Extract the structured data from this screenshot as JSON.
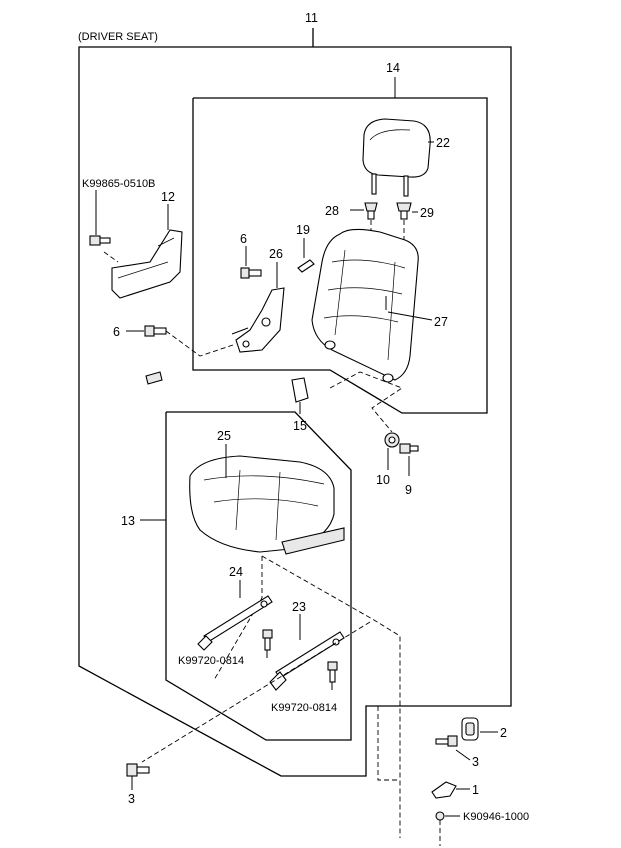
{
  "diagram": {
    "caption": "(DRIVER SEAT)",
    "labels": {
      "l11": "11",
      "l14": "14",
      "l22": "22",
      "l28": "28",
      "l29": "29",
      "l19": "19",
      "l6a": "6",
      "l26": "26",
      "l27": "27",
      "k99865": "K99865-0510B",
      "l12": "12",
      "l6b": "6",
      "l15": "15",
      "l10": "10",
      "l9": "9",
      "l25": "25",
      "l13": "13",
      "l24": "24",
      "l23": "23",
      "k99720a": "K99720-0814",
      "k99720b": "K99720-0814",
      "l2": "2",
      "l3a": "3",
      "l1": "1",
      "l3b": "3",
      "k90946": "K90946-1000"
    }
  }
}
